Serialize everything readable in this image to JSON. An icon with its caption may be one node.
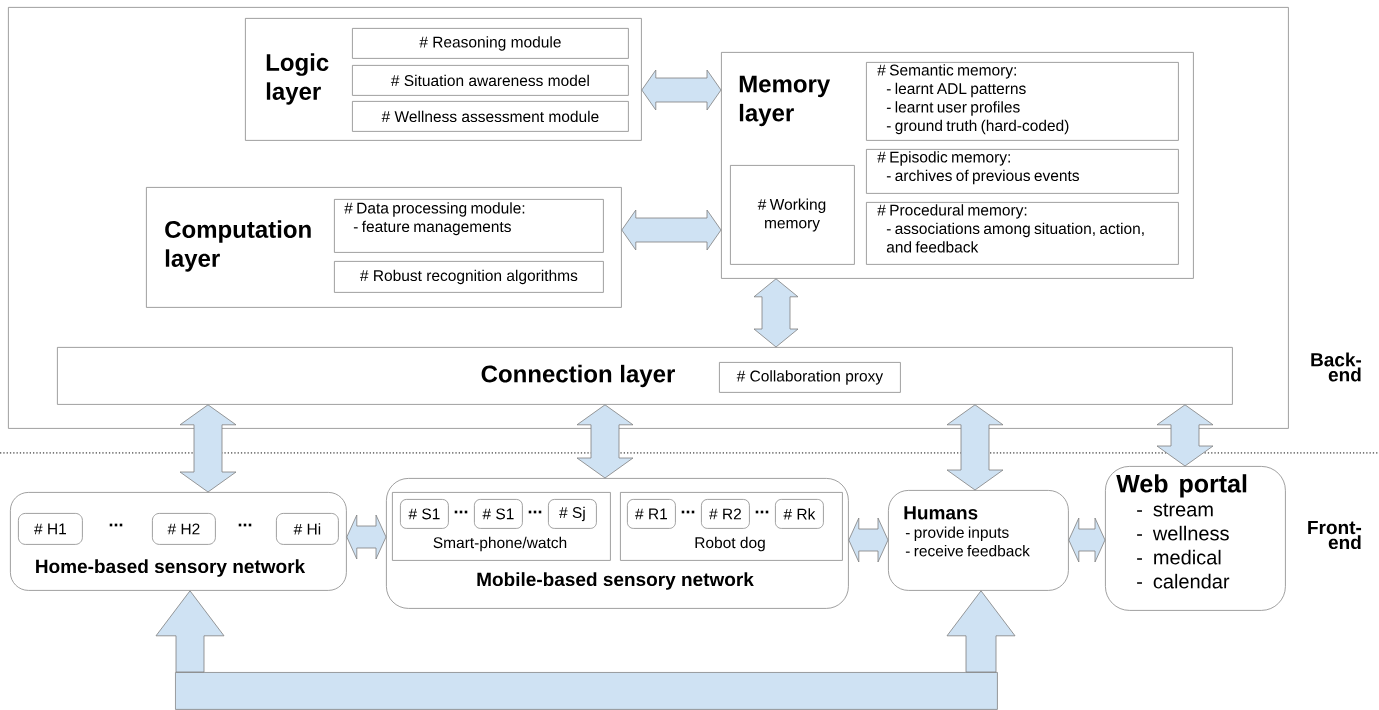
{
  "diagram": {
    "nodes": [
      {
        "text": [],
        "shape": "box"
      },
      {
        "text": [
          "Logic layer"
        ],
        "in": 0
      },
      {
        "text": [
          "# Reasoning module"
        ],
        "in": 1
      },
      {
        "text": [
          "# Situation awareness model"
        ],
        "in": 1
      },
      {
        "text": [
          "# Wellness assessment module"
        ],
        "in": 1
      },
      {
        "text": [
          "Memory layer"
        ],
        "in": 0
      },
      {
        "text": [
          "# Semantic memory:",
          "- learnt ADL patterns",
          "- learnt user profiles",
          "- ground truth (hard-coded)"
        ],
        "in": 5
      },
      {
        "text": [
          "# Working memory"
        ],
        "in": 5
      },
      {
        "text": [
          "# Episodic memory:",
          "- archives of previous events"
        ],
        "in": 5
      },
      {
        "text": [
          "# Procedural memory:",
          "- associations among situation, action, and feedback"
        ],
        "in": 5
      },
      {
        "text": [
          "Computation layer"
        ],
        "in": 0
      },
      {
        "text": [
          "# Data processing module:",
          "- feature managements"
        ],
        "in": 10
      },
      {
        "text": [
          "# Robust recognition algorithms"
        ],
        "in": 10
      },
      {
        "text": [
          "Connection layer"
        ],
        "in": 0
      },
      {
        "text": [
          "# Collaboration proxy"
        ],
        "in": 13
      },
      {
        "text": [
          "Home-based sensory network"
        ]
      },
      {
        "text": [
          "# H1"
        ],
        "in": 15
      },
      {
        "text": [
          "# H2"
        ],
        "in": 15
      },
      {
        "text": [
          "# Hi"
        ],
        "in": 15
      },
      {
        "text": [
          "Mobile-based sensory network"
        ]
      },
      {
        "text": [
          "Smart-phone/watch"
        ],
        "in": 19
      },
      {
        "text": [
          "# S1"
        ],
        "in": 20
      },
      {
        "text": [
          "# S1"
        ],
        "in": 20
      },
      {
        "text": [
          "# Sj"
        ],
        "in": 20
      },
      {
        "text": [
          "Robot dog"
        ],
        "in": 19
      },
      {
        "text": [
          "# R1"
        ],
        "in": 24
      },
      {
        "text": [
          "# R2"
        ],
        "in": 24
      },
      {
        "text": [
          "# Rk"
        ],
        "in": 24
      },
      {
        "text": [
          "Humans",
          "- provide inputs",
          "- receive feedback"
        ]
      },
      {
        "text": [
          "Web portal",
          "- stream",
          "- wellness",
          "- medical",
          "- calendar"
        ]
      },
      {
        "text": [],
        "shape": "bar"
      }
    ],
    "edges": [
      {
        "from": 1,
        "to": 5,
        "arrow": "both"
      },
      {
        "from": 10,
        "to": 5,
        "arrow": "both"
      },
      {
        "from": 5,
        "to": 13,
        "arrow": "both"
      },
      {
        "from": 13,
        "to": 15,
        "arrow": "both"
      },
      {
        "from": 13,
        "to": 19,
        "arrow": "both"
      },
      {
        "from": 13,
        "to": 28,
        "arrow": "both"
      },
      {
        "from": 13,
        "to": 29,
        "arrow": "both"
      },
      {
        "from": 15,
        "to": 19,
        "arrow": "both"
      },
      {
        "from": 19,
        "to": 28,
        "arrow": "both"
      },
      {
        "from": 28,
        "to": 29,
        "arrow": "both"
      },
      {
        "from": 30,
        "to": 15,
        "arrow": "to"
      },
      {
        "from": 30,
        "to": 28,
        "arrow": "to"
      }
    ],
    "labels": [
      "...",
      "...",
      "...",
      "...",
      "...",
      "...",
      "Back-end",
      "Front-end"
    ]
  }
}
